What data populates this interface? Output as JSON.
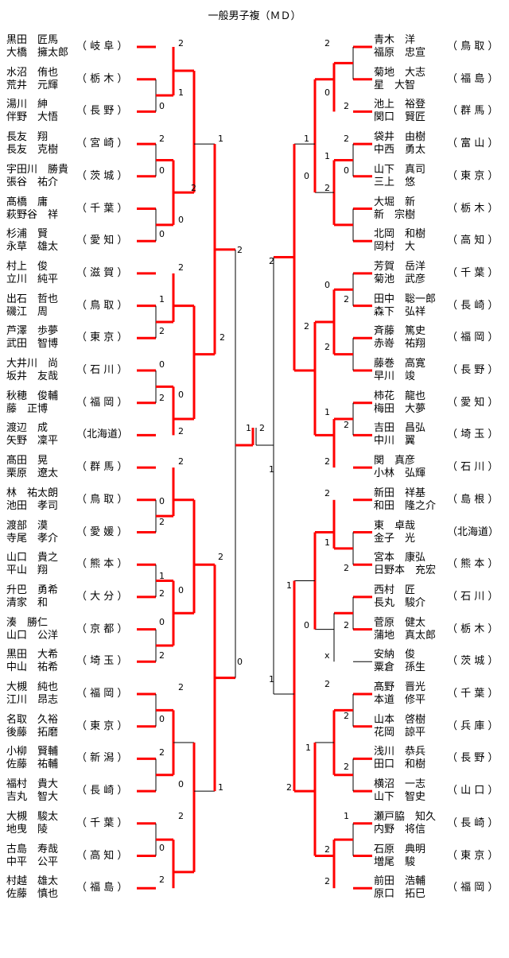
{
  "title": "一般男子複（ＭＤ）",
  "left": [
    {
      "n1": "黒田　匠馬",
      "n2": "大橋　擁太郎",
      "pref": "（ 岐 阜 ）"
    },
    {
      "n1": "水沼　侑也",
      "n2": "荒井　元輝",
      "pref": "（ 栃 木 ）"
    },
    {
      "n1": "湯川　紳",
      "n2": "伴野　大悟",
      "pref": "（ 長 野 ）"
    },
    {
      "n1": "長友　翔",
      "n2": "長友　克樹",
      "pref": "（ 宮 崎 ）"
    },
    {
      "n1": "宇田川　勝貴",
      "n2": "張谷　祐介",
      "pref": "（ 茨 城 ）"
    },
    {
      "n1": "髙橋　庸",
      "n2": "萩野谷　祥",
      "pref": "（ 千 葉 ）"
    },
    {
      "n1": "杉浦　賢",
      "n2": "永草　雄太",
      "pref": "（ 愛 知 ）"
    },
    {
      "n1": "村上　俊",
      "n2": "立川　純平",
      "pref": "（ 滋 賀 ）"
    },
    {
      "n1": "出石　哲也",
      "n2": "磯江　周",
      "pref": "（ 鳥 取 ）"
    },
    {
      "n1": "芦澤　歩夢",
      "n2": "武田　智博",
      "pref": "（ 東 京 ）"
    },
    {
      "n1": "大井川　尚",
      "n2": "坂井　友哉",
      "pref": "（ 石 川 ）"
    },
    {
      "n1": "秋穂　俊輔",
      "n2": "藤　正博",
      "pref": "（ 福 岡 ）"
    },
    {
      "n1": "渡辺　成",
      "n2": "矢野　凜平",
      "pref": "（北海道）"
    },
    {
      "n1": "髙田　晃",
      "n2": "栗原　遼太",
      "pref": "（ 群 馬 ）"
    },
    {
      "n1": "林　祐太朗",
      "n2": "池田　孝司",
      "pref": "（ 鳥 取 ）"
    },
    {
      "n1": "渡部　漠",
      "n2": "寺尾　孝介",
      "pref": "（ 愛 媛 ）"
    },
    {
      "n1": "山口　貴之",
      "n2": "平山　翔",
      "pref": "（ 熊 本 ）"
    },
    {
      "n1": "升巴　勇希",
      "n2": "清家　和",
      "pref": "（ 大 分 ）"
    },
    {
      "n1": "湊　勝仁",
      "n2": "山口　公洋",
      "pref": "（ 京 都 ）"
    },
    {
      "n1": "黒田　大希",
      "n2": "中山　祐希",
      "pref": "（ 埼 玉 ）"
    },
    {
      "n1": "大槻　純也",
      "n2": "江川　昂志",
      "pref": "（ 福 岡 ）"
    },
    {
      "n1": "名取　久裕",
      "n2": "後藤　拓磨",
      "pref": "（ 東 京 ）"
    },
    {
      "n1": "小柳　賢輔",
      "n2": "佐藤　祐輔",
      "pref": "（ 新 潟 ）"
    },
    {
      "n1": "福村　貴大",
      "n2": "吉丸　智大",
      "pref": "（ 長 崎 ）"
    },
    {
      "n1": "大槻　駿太",
      "n2": "地曳　陵",
      "pref": "（ 千 葉 ）"
    },
    {
      "n1": "古島　寿哉",
      "n2": "中平　公平",
      "pref": "（ 高 知 ）"
    },
    {
      "n1": "村越　雄太",
      "n2": "佐藤　慎也",
      "pref": "（ 福 島 ）"
    }
  ],
  "right": [
    {
      "n1": "青木　洋",
      "n2": "福原　忠宣",
      "pref": "（ 鳥 取 ）"
    },
    {
      "n1": "菊地　大志",
      "n2": "星　大智",
      "pref": "（ 福 島 ）"
    },
    {
      "n1": "池上　裕登",
      "n2": "関口　賢匠",
      "pref": "（ 群 馬 ）"
    },
    {
      "n1": "袋井　由樹",
      "n2": "中西　勇太",
      "pref": "（ 富 山 ）"
    },
    {
      "n1": "山下　真司",
      "n2": "三上　悠",
      "pref": "（ 東 京 ）"
    },
    {
      "n1": "大堀　新",
      "n2": "新　宗樹",
      "pref": "（ 栃 木 ）"
    },
    {
      "n1": "北岡　和樹",
      "n2": "岡村　大",
      "pref": "（ 高 知 ）"
    },
    {
      "n1": "芳賀　岳洋",
      "n2": "菊池　武彦",
      "pref": "（ 千 葉 ）"
    },
    {
      "n1": "田中　聡一郎",
      "n2": "森下　弘祥",
      "pref": "（ 長 崎 ）"
    },
    {
      "n1": "斉藤　篤史",
      "n2": "赤嵜　祐翔",
      "pref": "（ 福 岡 ）"
    },
    {
      "n1": "藤巻　高寛",
      "n2": "早川　竣",
      "pref": "（ 長 野 ）"
    },
    {
      "n1": "柿花　龍也",
      "n2": "梅田　大夢",
      "pref": "（ 愛 知 ）"
    },
    {
      "n1": "吉田　昌弘",
      "n2": "中川　翼",
      "pref": "（ 埼 玉 ）"
    },
    {
      "n1": "関　真彦",
      "n2": "小林　弘輝",
      "pref": "（ 石 川 ）"
    },
    {
      "n1": "新田　祥基",
      "n2": "和田　隆之介",
      "pref": "（ 島 根 ）"
    },
    {
      "n1": "東　卓哉",
      "n2": "金子　光",
      "pref": "（北海道）"
    },
    {
      "n1": "宮本　康弘",
      "n2": "日野本　充宏",
      "pref": "（ 熊 本 ）"
    },
    {
      "n1": "西村　匠",
      "n2": "長丸　駿介",
      "pref": "（ 石 川 ）"
    },
    {
      "n1": "菅原　健太",
      "n2": "蒲地　真太郎",
      "pref": "（ 栃 木 ）"
    },
    {
      "n1": "安納　俊",
      "n2": "粟倉　孫生",
      "pref": "（ 茨 城 ）"
    },
    {
      "n1": "髙野　晋光",
      "n2": "本道　修平",
      "pref": "（ 千 葉 ）"
    },
    {
      "n1": "山本　啓樹",
      "n2": "花岡　諒平",
      "pref": "（ 兵 庫 ）"
    },
    {
      "n1": "浅川　恭兵",
      "n2": "田口　和樹",
      "pref": "（ 長 野 ）"
    },
    {
      "n1": "横沼　一志",
      "n2": "山下　智史",
      "pref": "（ 山 口 ）"
    },
    {
      "n1": "瀬戸脇　知久",
      "n2": "内野　将信",
      "pref": "（ 長 崎 ）"
    },
    {
      "n1": "石原　典明",
      "n2": "増尾　駿",
      "pref": "（ 東 京 ）"
    },
    {
      "n1": "前田　浩輔",
      "n2": "原口　拓巳",
      "pref": "（ 福 岡 ）"
    }
  ],
  "style": {
    "win_color": "#ff0000",
    "line_color": "#000000"
  }
}
